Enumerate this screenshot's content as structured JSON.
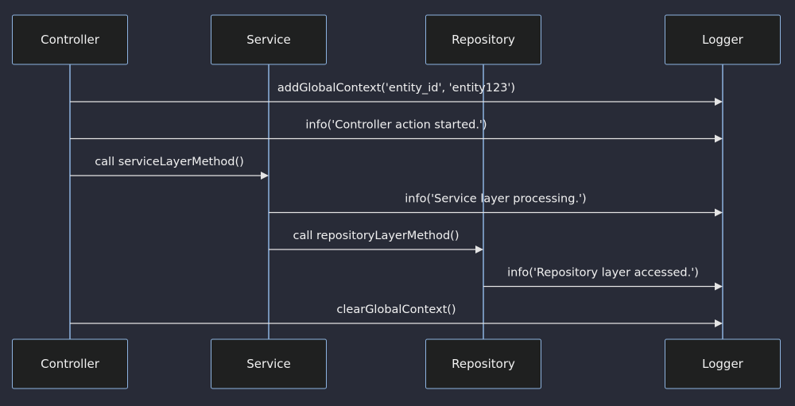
{
  "colors": {
    "background": "#282b37",
    "actor_fill": "#1f2020",
    "actor_border": "#8db3e0",
    "lifeline": "#8db3e0",
    "message": "#e4e4e4",
    "text": "#f0f0f0"
  },
  "actors": [
    {
      "id": "controller",
      "label": "Controller"
    },
    {
      "id": "service",
      "label": "Service"
    },
    {
      "id": "repository",
      "label": "Repository"
    },
    {
      "id": "logger",
      "label": "Logger"
    }
  ],
  "messages": [
    {
      "from": "controller",
      "to": "logger",
      "label": "addGlobalContext('entity_id', 'entity123')"
    },
    {
      "from": "controller",
      "to": "logger",
      "label": "info('Controller action started.')"
    },
    {
      "from": "controller",
      "to": "service",
      "label": "call serviceLayerMethod()"
    },
    {
      "from": "service",
      "to": "logger",
      "label": "info('Service layer processing.')"
    },
    {
      "from": "service",
      "to": "repository",
      "label": "call repositoryLayerMethod()"
    },
    {
      "from": "repository",
      "to": "logger",
      "label": "info('Repository layer accessed.')"
    },
    {
      "from": "controller",
      "to": "logger",
      "label": "clearGlobalContext()"
    }
  ]
}
